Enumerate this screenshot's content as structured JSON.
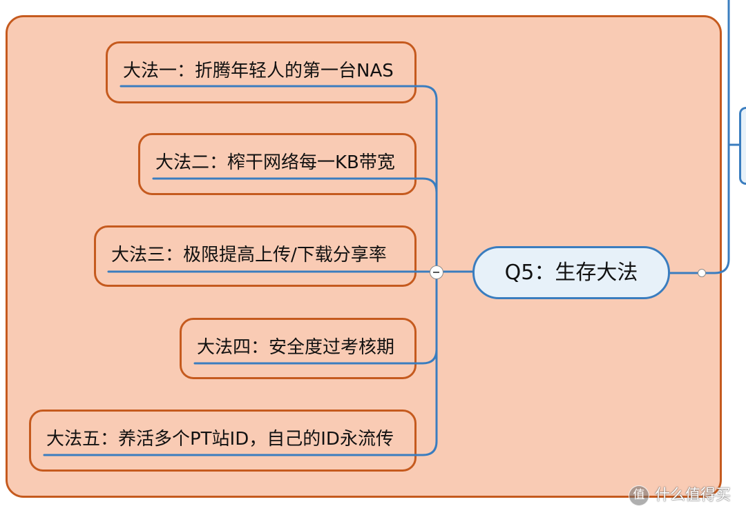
{
  "central_topic": {
    "label": "Q5：生存大法"
  },
  "subtopics": [
    {
      "label": "大法一：折腾年轻人的第一台NAS"
    },
    {
      "label": "大法二：榨干网络每一KB带宽"
    },
    {
      "label": "大法三：极限提高上传/下载分享率"
    },
    {
      "label": "大法四：安全度过考核期"
    },
    {
      "label": "大法五：养活多个PT站ID，自己的ID永流传"
    }
  ],
  "collapse_toggle": {
    "icon": "minus-icon"
  },
  "watermark": {
    "logo_char": "值",
    "text": "什么值得买"
  },
  "colors": {
    "boundary_fill": "#f9cbb4",
    "boundary_border": "#c55a1e",
    "branch_line": "#3a7dbf",
    "central_fill": "#e7f1f9",
    "central_border": "#3a7dbf",
    "subtopic_border": "#c55a1e"
  }
}
